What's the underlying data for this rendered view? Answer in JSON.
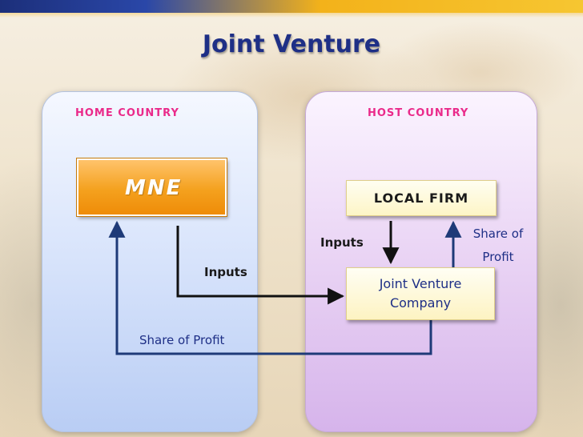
{
  "title": "Joint Venture",
  "regions": {
    "home": "Home Country",
    "host": "Host Country"
  },
  "boxes": {
    "mne": "MNE",
    "local_firm": "Local Firm",
    "jvc_line1": "Joint Venture",
    "jvc_line2": "Company"
  },
  "flows": {
    "inputs_from_mne": "Inputs",
    "inputs_from_local": "Inputs",
    "share_to_local_line1": "Share of",
    "share_to_local_line2": "Profit",
    "share_to_mne": "Share of Profit"
  },
  "colors": {
    "title": "#1e2f86",
    "region_label": "#ea2a8a",
    "arrow_dark": "#111111",
    "arrow_blue": "#1e3a78",
    "mne_fill": "#f4a11e"
  }
}
